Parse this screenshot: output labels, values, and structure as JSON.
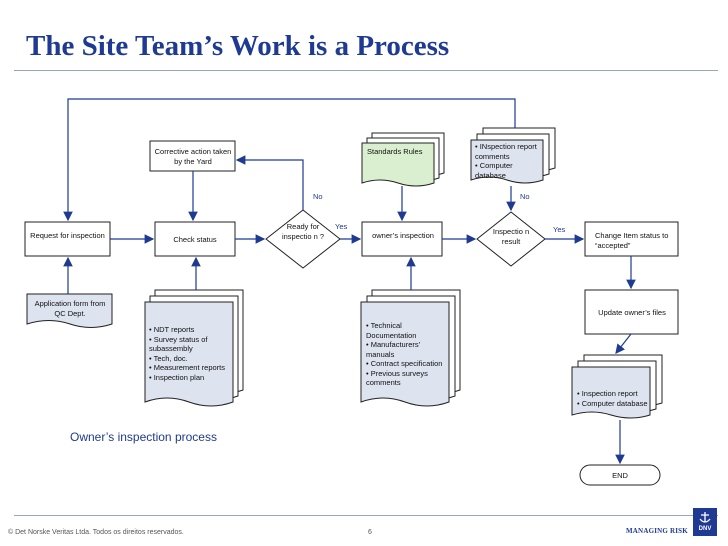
{
  "title": "The Site Team’s Work is a Process",
  "nodes": {
    "corrective": "Corrective action taken by the Yard",
    "standards": "Standards Rules",
    "inspection_report_top": [
      "• INspection report comments",
      "• Computer database"
    ],
    "request": "Request for inspection",
    "check_status": "Check status",
    "ready": "Ready for inspectio n ?",
    "owners_inspection": "owner’s inspection",
    "inspection_result": "Inspectio n result",
    "change_status": "Change Item status to “accepted”",
    "application_form": "Application form from QC Dept.",
    "ndt_docs": [
      "• NDT reports",
      "• Survey status of subassembly",
      "• Tech, doc.",
      "• Measurement reports",
      "• Inspection plan"
    ],
    "technical_docs": [
      "• Technical Documentation",
      "• Manufacturers’ manuals",
      "• Contract specification",
      "• Previous surveys comments"
    ],
    "update_files": "Update owner’s files",
    "inspection_report_bottom": [
      "• Inspection report",
      "• Computer database"
    ],
    "end": "END"
  },
  "edge_labels": {
    "no_ready": "No",
    "yes_ready": "Yes",
    "no_result": "No",
    "yes_result": "Yes"
  },
  "caption": "Owner’s inspection process",
  "footer": {
    "copyright": "© Det Norske Veritas Ltda. Todos os direitos reservados.",
    "page": "6",
    "brand": "MANAGING RISK",
    "logo": "DNV"
  },
  "colors": {
    "title": "#1f3a93",
    "doc_fill": "#dde3ef",
    "standards_fill": "#d9efcf",
    "line": "#1f3a93"
  }
}
